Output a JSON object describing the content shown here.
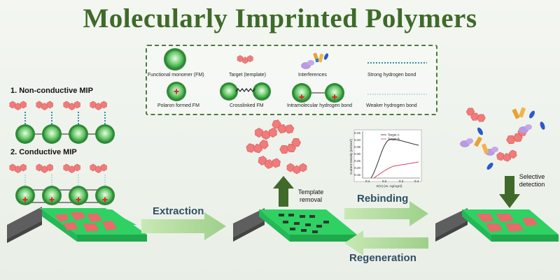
{
  "title": "Molecularly Imprinted Polymers",
  "legend": {
    "functional_monomer": "Functional monomer (FM)",
    "target": "Target (template)",
    "interferences": "Interferences",
    "strong_hbond": "Strong hydrogen bond",
    "polaron": "Polaron formed FM",
    "crosslinked": "Crosslinked FM",
    "intramolecular": "Intramolecular hydrogen bond",
    "weaker_hbond": "Weaker hydrogen bond"
  },
  "sections": {
    "non_conductive": "1. Non-conductive MIP",
    "conductive": "2. Conductive MIP"
  },
  "steps": {
    "extraction": "Extraction",
    "template_removal_1": "Template",
    "template_removal_2": "removal",
    "rebinding": "Rebinding",
    "regeneration": "Regeneration",
    "selective_1": "Selective",
    "selective_2": "detection"
  },
  "inset": {
    "ylabel": "Current Density (mA/cm²)",
    "xlabel": "E(V) (vs. Ag/AgCl)",
    "series_a": "Target A",
    "series_b": "Target B",
    "yticks": [
      "0.45",
      "0.40",
      "0.35",
      "0.30",
      "0.25",
      "0.20",
      "0.15"
    ],
    "xticks": [
      "0.1",
      "0.2",
      "0.3",
      "0.4"
    ]
  },
  "colors": {
    "title": "#3f6a2a",
    "monomer": "#3fae4a",
    "target": "#e86a6a",
    "arrow": "#a9d78e",
    "substrate": "#2fd163",
    "electrode": "#6b6b6b"
  }
}
